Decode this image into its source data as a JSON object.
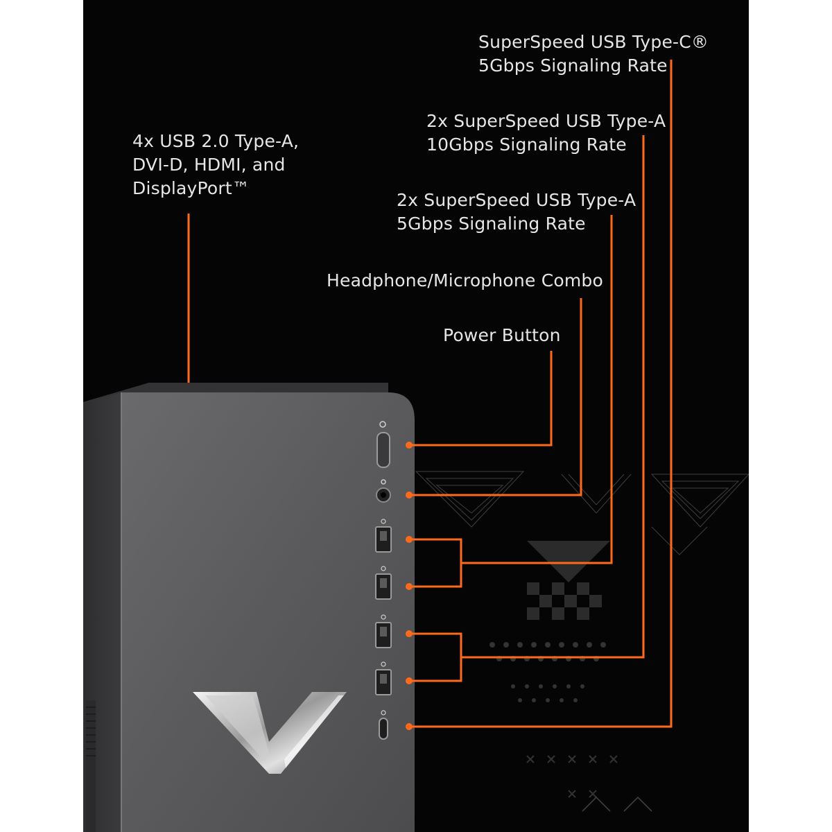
{
  "callouts": {
    "usb_c": {
      "line1": "SuperSpeed USB Type-C®",
      "line2": "5Gbps Signaling Rate"
    },
    "usb_a_10g": {
      "line1": "2x SuperSpeed USB Type-A",
      "line2": "10Gbps Signaling Rate"
    },
    "usb_a_5g": {
      "line1": "2x SuperSpeed USB Type-A",
      "line2": "5Gbps Signaling Rate"
    },
    "headphone": {
      "line1": "Headphone/Microphone Combo"
    },
    "power": {
      "line1": "Power Button"
    },
    "rear": {
      "line1": "4x USB 2.0 Type-A,",
      "line2": "DVI-D, HDMI, and",
      "line3": "DisplayPort™"
    }
  },
  "colors": {
    "background": "#050505",
    "accent_line": "#ff6a1a",
    "case_front": "#5c5c5e",
    "case_side": "#3e3e40",
    "text": "#e6e6e6"
  },
  "icons": [
    "power-button-icon",
    "audio-jack-icon",
    "usb-a-port-icon",
    "usb-c-port-icon",
    "victus-v-logo"
  ]
}
